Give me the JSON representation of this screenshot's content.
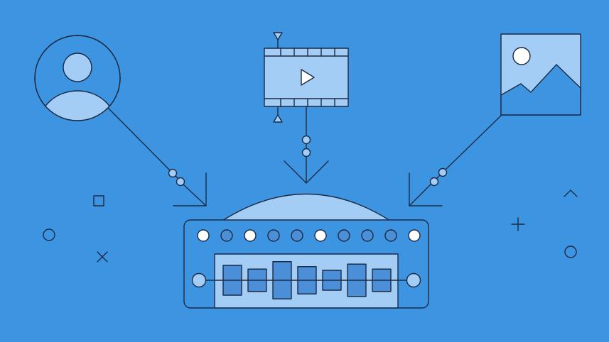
{
  "colors": {
    "background": "#3d95e2",
    "fill": "#a3cdf5",
    "line": "#1c2a44",
    "white": "#ffffff"
  },
  "icons": {
    "user": "user-avatar-icon",
    "video": "video-film-icon",
    "image": "image-landscape-icon",
    "device": "media-processor-device",
    "decorations": [
      "square-icon",
      "circle-icon",
      "x-icon",
      "chevron-up-icon",
      "plus-icon",
      "circle-icon"
    ]
  },
  "device": {
    "indicator_lights": [
      "off",
      "on",
      "off",
      "on",
      "on",
      "off",
      "on",
      "on",
      "on",
      "off"
    ],
    "equalizer_levels": [
      0.6,
      0.45,
      0.75,
      0.55,
      0.4,
      0.65,
      0.45
    ]
  }
}
